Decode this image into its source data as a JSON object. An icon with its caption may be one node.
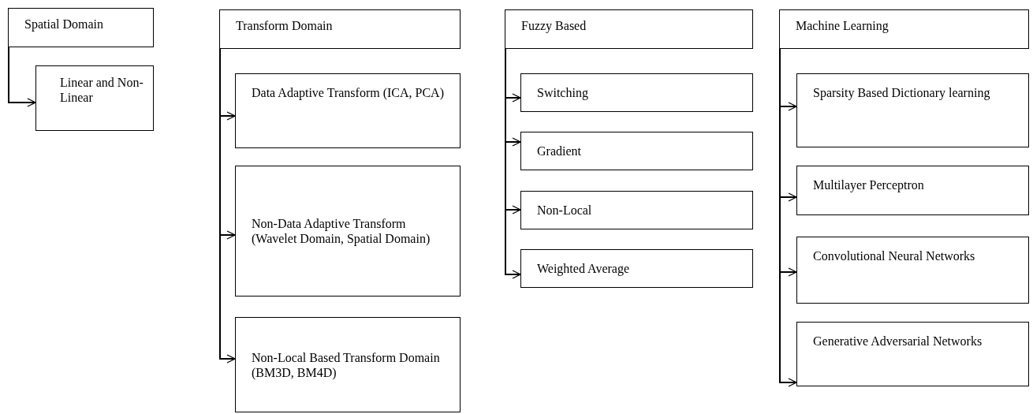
{
  "diagram": {
    "nodes": [
      {
        "text": [
          "Spatial Domain"
        ]
      },
      {
        "text": [
          "Linear and Non-Linear"
        ]
      },
      {
        "text": [
          "Transform Domain"
        ]
      },
      {
        "text": [
          "Data Adaptive Transform (ICA, PCA)"
        ]
      },
      {
        "text": [
          "Non-Data Adaptive Transform (Wavelet Domain, Spatial Domain)"
        ]
      },
      {
        "text": [
          "Non-Local Based Transform Domain (BM3D, BM4D)"
        ]
      },
      {
        "text": [
          "Fuzzy Based"
        ]
      },
      {
        "text": [
          "Switching"
        ]
      },
      {
        "text": [
          "Gradient"
        ]
      },
      {
        "text": [
          "Non-Local"
        ]
      },
      {
        "text": [
          "Weighted Average"
        ]
      },
      {
        "text": [
          "Machine Learning"
        ]
      },
      {
        "text": [
          "Sparsity Based Dictionary learning"
        ]
      },
      {
        "text": [
          "Multilayer Perceptron"
        ]
      },
      {
        "text": [
          "Convolutional Neural Networks"
        ]
      },
      {
        "text": [
          "Generative Adversarial Networks"
        ]
      }
    ],
    "edges": [
      {
        "from": 0,
        "to": 1,
        "arrow": "to"
      },
      {
        "from": 2,
        "to": 3,
        "arrow": "to"
      },
      {
        "from": 2,
        "to": 4,
        "arrow": "to"
      },
      {
        "from": 2,
        "to": 5,
        "arrow": "to"
      },
      {
        "from": 6,
        "to": 7,
        "arrow": "to"
      },
      {
        "from": 6,
        "to": 8,
        "arrow": "to"
      },
      {
        "from": 6,
        "to": 9,
        "arrow": "to"
      },
      {
        "from": 6,
        "to": 10,
        "arrow": "to"
      },
      {
        "from": 11,
        "to": 12,
        "arrow": "to"
      },
      {
        "from": 11,
        "to": 13,
        "arrow": "to"
      },
      {
        "from": 11,
        "to": 14,
        "arrow": "to"
      },
      {
        "from": 11,
        "to": 15,
        "arrow": "to"
      }
    ]
  }
}
